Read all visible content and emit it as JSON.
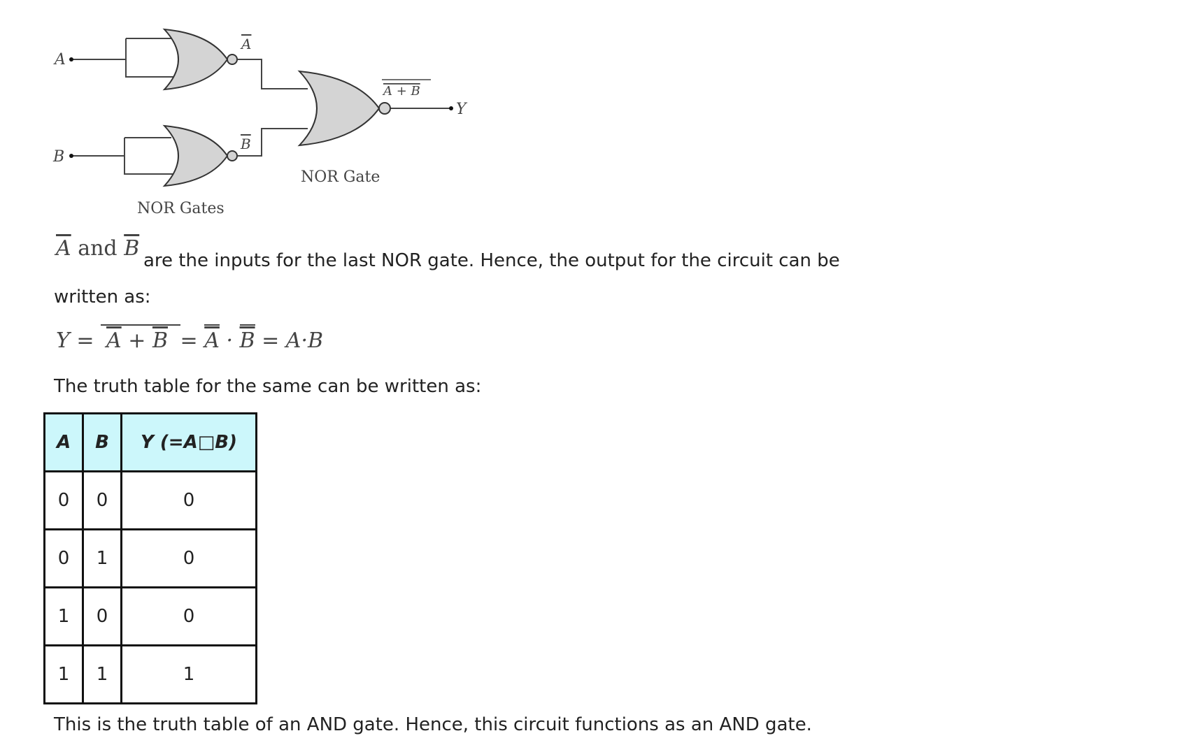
{
  "circuit": {
    "input_a": "A",
    "input_b": "B",
    "output": "Y",
    "label_a_bar": "A",
    "label_b_bar": "B",
    "label_sum_bar": "A + B",
    "label_first_gates": "NOR Gates",
    "label_last_gate": "NOR Gate"
  },
  "text": {
    "intro_a": "A",
    "intro_and": "and",
    "intro_b": "B",
    "line1": "are the inputs for the last NOR gate. Hence, the output for the circuit can be",
    "line2": "written as:",
    "eq_y": "Y =",
    "eq_a1": "A",
    "eq_plus": "+",
    "eq_b1": "B",
    "eq_eq2": "=",
    "eq_a2": "A",
    "eq_dot": "·",
    "eq_b2": "B",
    "eq_result": "= A·B",
    "line3": "The truth table for the same can be written as:",
    "conclusion": "This is the truth table of an AND gate. Hence, this circuit functions as an AND gate."
  },
  "table": {
    "headers": [
      "A",
      "B",
      "Y (=A□B)"
    ],
    "rows": [
      [
        "0",
        "0",
        "0"
      ],
      [
        "0",
        "1",
        "0"
      ],
      [
        "1",
        "0",
        "0"
      ],
      [
        "1",
        "1",
        "1"
      ]
    ]
  }
}
